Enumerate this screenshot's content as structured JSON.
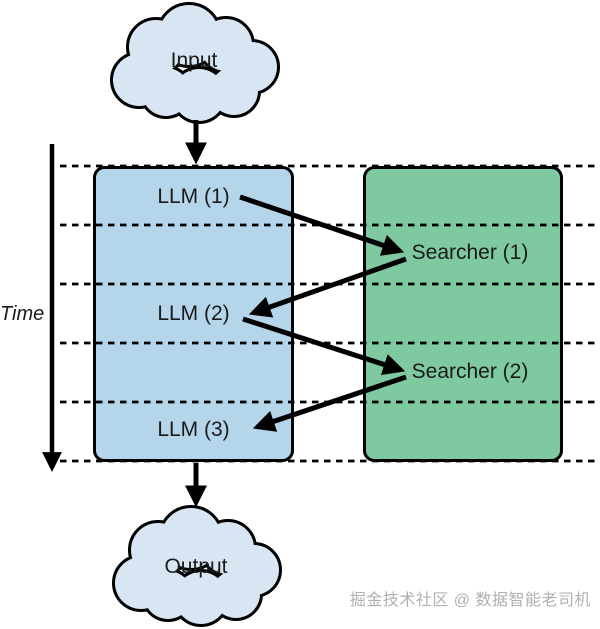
{
  "diagram": {
    "input": {
      "label": "Input"
    },
    "output": {
      "label": "Output"
    },
    "time_axis": {
      "label": "Time"
    },
    "llm_lane": {
      "nodes": [
        {
          "label": "LLM (1)"
        },
        {
          "label": "LLM (2)"
        },
        {
          "label": "LLM (3)"
        }
      ]
    },
    "searcher_lane": {
      "nodes": [
        {
          "label": "Searcher (1)"
        },
        {
          "label": "Searcher (2)"
        }
      ]
    },
    "edges": [
      {
        "from": "Input",
        "to": "LLM (1)"
      },
      {
        "from": "LLM (1)",
        "to": "Searcher (1)"
      },
      {
        "from": "Searcher (1)",
        "to": "LLM (2)"
      },
      {
        "from": "LLM (2)",
        "to": "Searcher (2)"
      },
      {
        "from": "Searcher (2)",
        "to": "LLM (3)"
      },
      {
        "from": "LLM (3)",
        "to": "Output"
      }
    ],
    "colors": {
      "cloud_fill": "#d8e6f3",
      "llm_box_fill": "#b5d5ea",
      "searcher_box_fill": "#7fc9a0",
      "line": "#000000",
      "watermark_text": "#b2b0ad"
    }
  },
  "watermark": {
    "text": "掘金技术社区 @ 数据智能老司机"
  }
}
